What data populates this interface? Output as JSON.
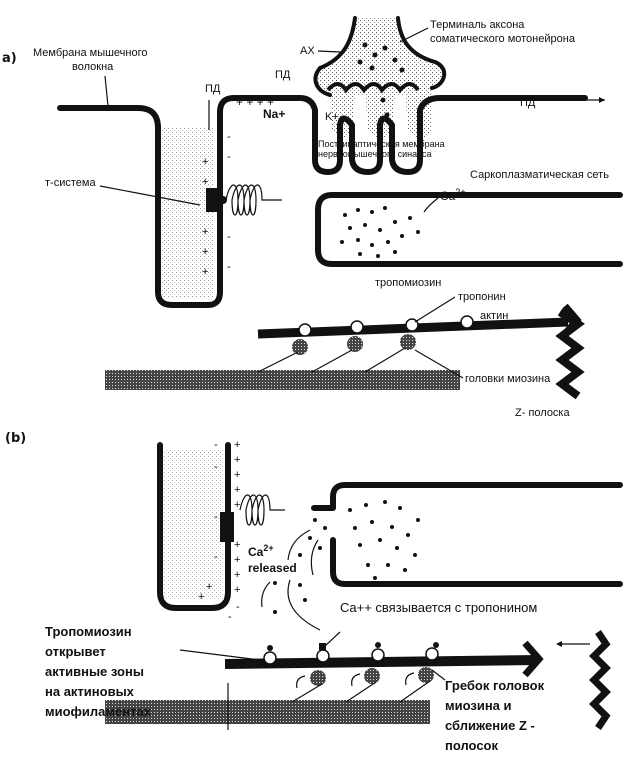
{
  "panel_a": {
    "label": "a)",
    "membrane_label_1": "Мембрана мышечного",
    "membrane_label_2": "волокна",
    "axon_label_1": "Терминаль аксона",
    "axon_label_2": "соматического мотонейрона",
    "ach": "АХ",
    "ap_1": "ПД",
    "ap_2": "ПД",
    "ap_3": "ПД",
    "k_ion": "K+",
    "na_ion": "Na+",
    "postsynaptic_1": "Постсинаптическая мембрана",
    "postsynaptic_2": "нервномышечного синапса",
    "t_system": "т-система",
    "sr": "Саркоплазматическая сеть",
    "ca": "Ca",
    "ca_sup": "2+",
    "tropomyosin": "тропомиозин",
    "troponin": "тропонин",
    "actin": "актин",
    "myosin_heads": "головки миозина",
    "z_line": "Z- полоска"
  },
  "panel_b": {
    "label": "(b)",
    "ca": "Ca",
    "ca_sup": "2+",
    "released": "released",
    "ca_binds": "Ca++ связывается с тропонином",
    "tropomyosin_lines": [
      "Тропомиозин",
      "открывет",
      "активные зоны",
      "на актиновых",
      "миофиламентах"
    ],
    "stroke_lines": [
      "Гребок головок",
      "миозина и",
      "сближение Z -",
      "полосок"
    ]
  }
}
